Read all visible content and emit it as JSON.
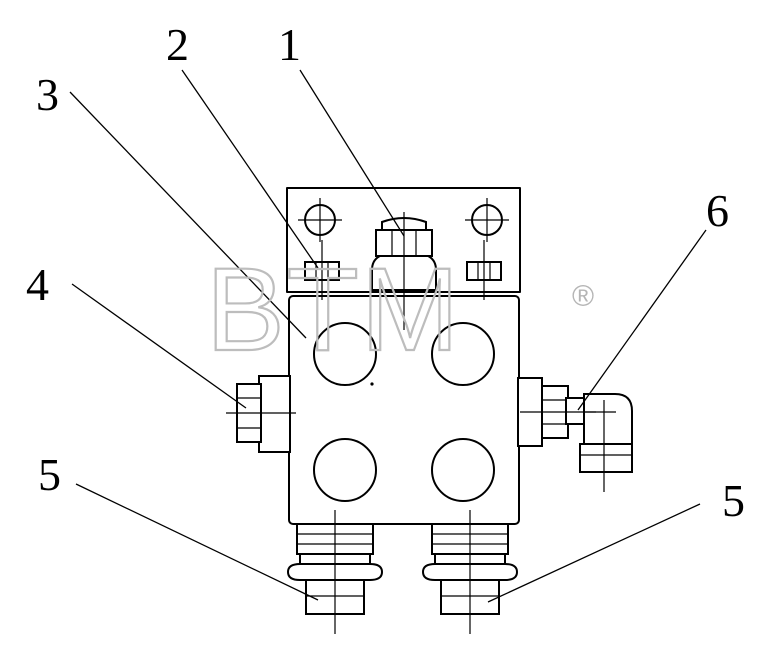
{
  "diagram": {
    "callouts": [
      {
        "id": "1",
        "label": "1"
      },
      {
        "id": "2",
        "label": "2"
      },
      {
        "id": "3",
        "label": "3"
      },
      {
        "id": "4",
        "label": "4"
      },
      {
        "id": "5a",
        "label": "5"
      },
      {
        "id": "5b",
        "label": "5"
      },
      {
        "id": "6",
        "label": "6"
      }
    ],
    "watermark": {
      "text": "BTM",
      "registered": "®"
    }
  }
}
